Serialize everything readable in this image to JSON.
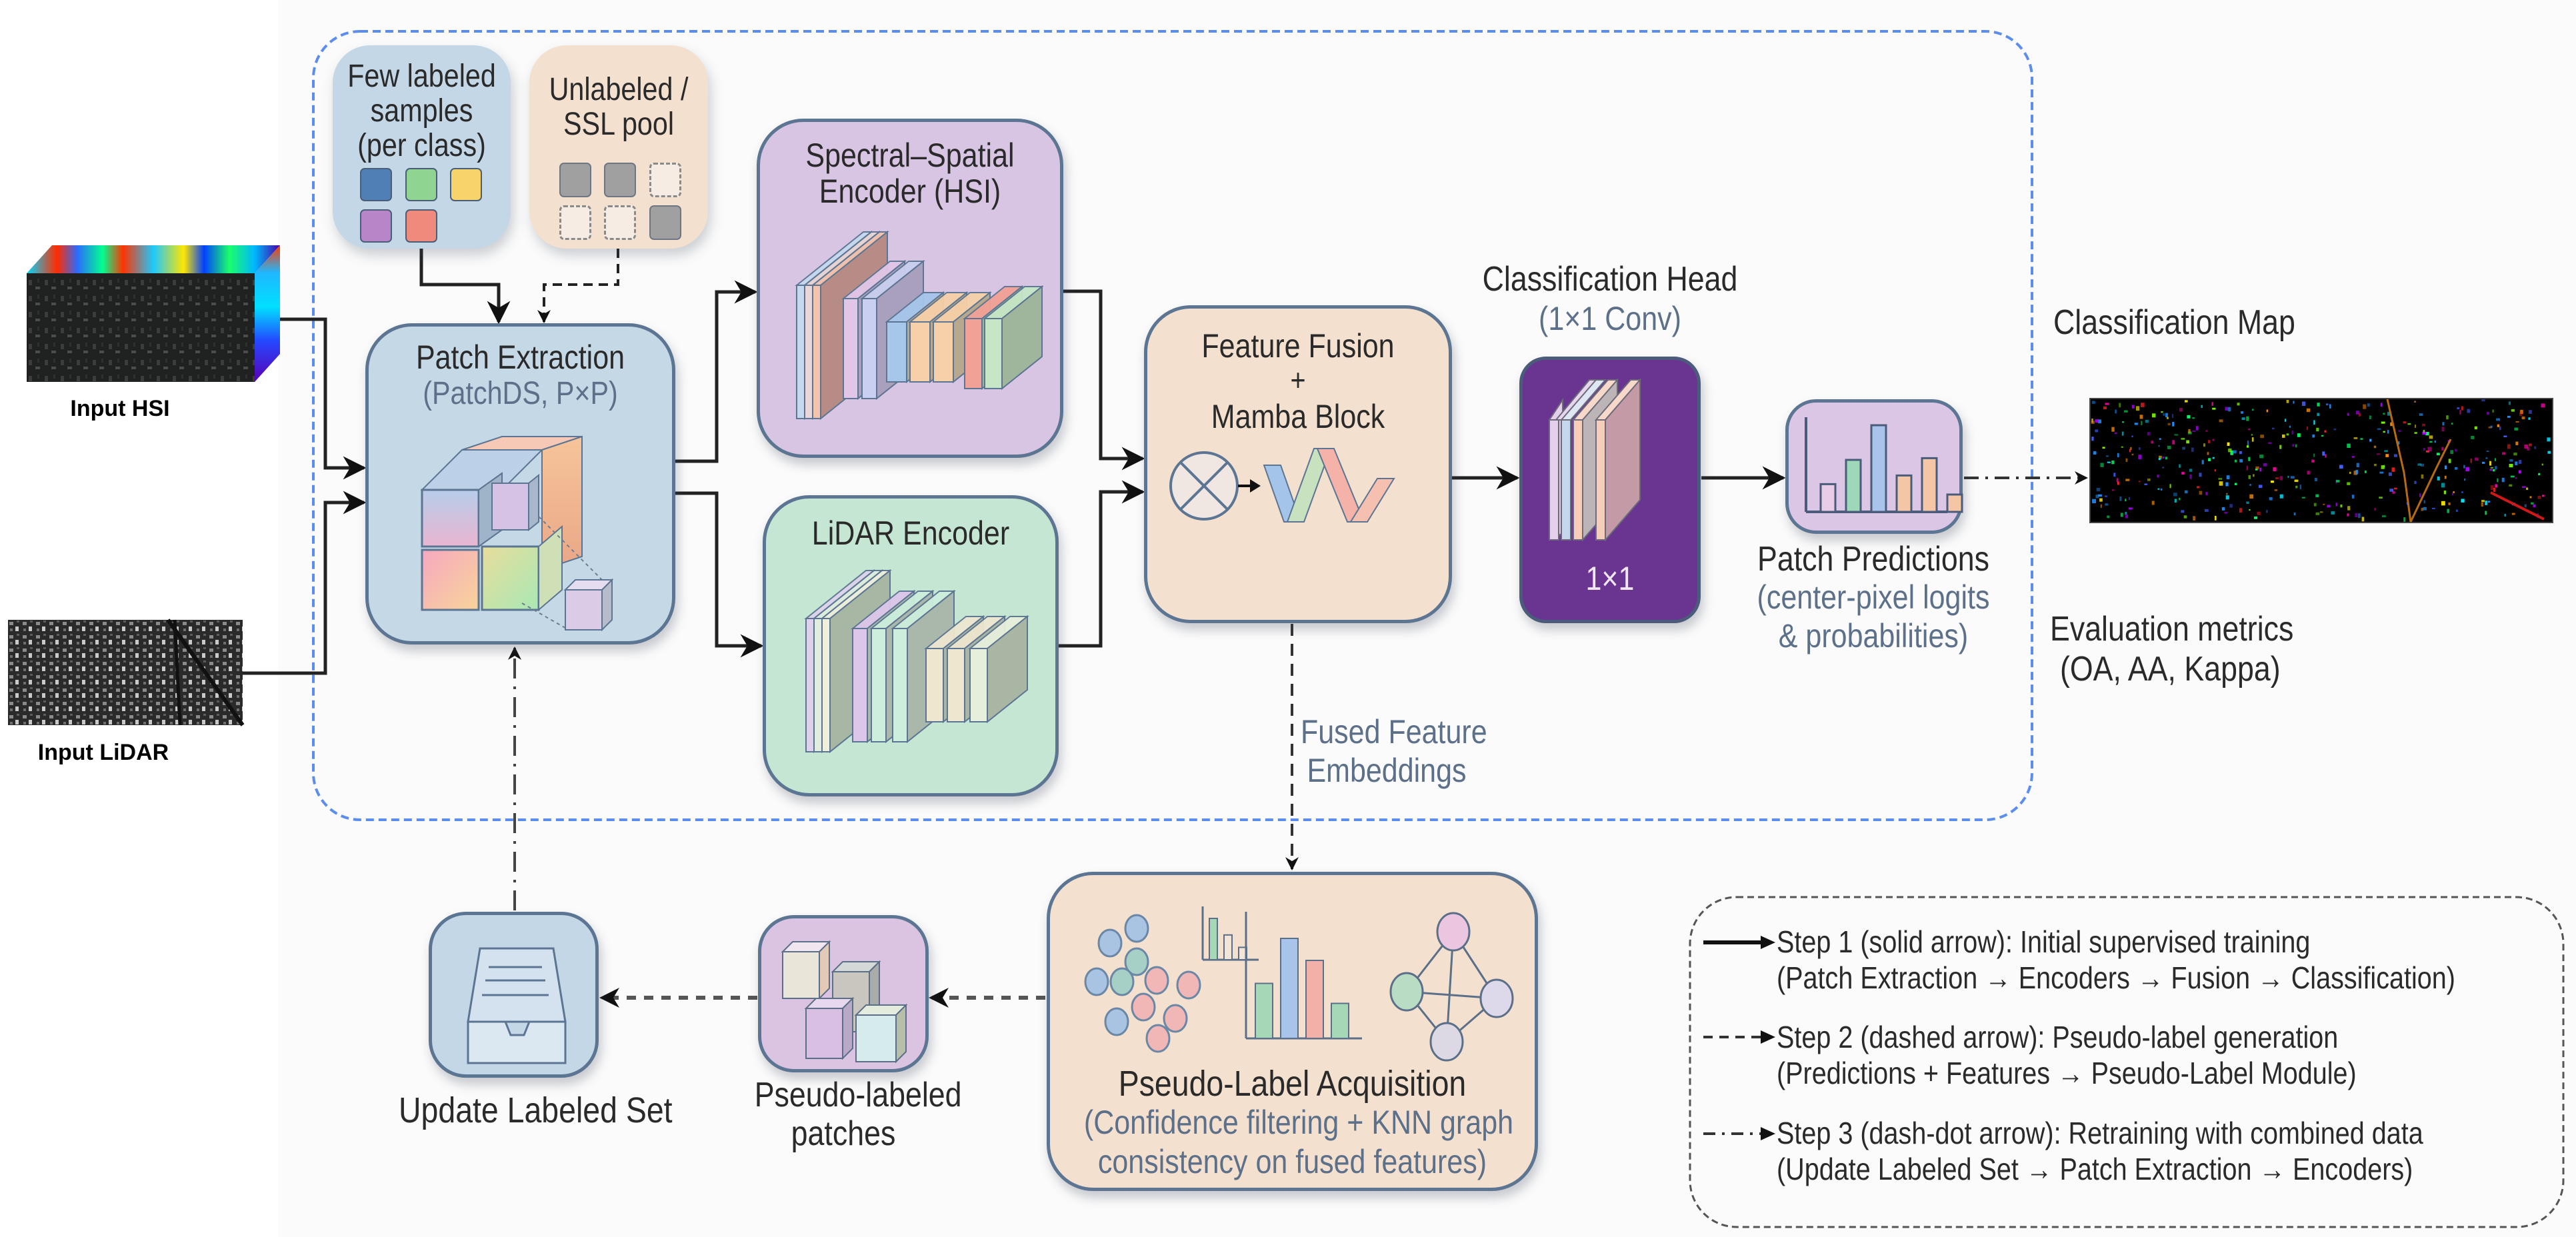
{
  "inputs": {
    "hsi_label": "Input HSI",
    "lidar_label": "Input LiDAR"
  },
  "labeled_pool": {
    "title_lines": [
      "Few labeled",
      "samples",
      "(per class)"
    ],
    "swatch_colors": [
      "#4f7fb4",
      "#8fd491",
      "#f7d36a",
      "#b886c8",
      "#f08a7c"
    ]
  },
  "unlabeled_pool": {
    "title_lines": [
      "Unlabeled /",
      "SSL pool"
    ],
    "slots": [
      "filled",
      "filled",
      "empty",
      "empty",
      "empty",
      "filled"
    ]
  },
  "patch_extraction": {
    "title": "Patch Extraction",
    "subtitle": "(PatchDS, P×P)"
  },
  "hsi_encoder": {
    "title_lines": [
      "Spectral–Spatial",
      "Encoder (HSI)"
    ]
  },
  "lidar_encoder": {
    "title": "LiDAR Encoder"
  },
  "fusion": {
    "title_lines": [
      "Feature Fusion",
      "+",
      "Mamba Block"
    ]
  },
  "classification_head": {
    "title": "Classification Head",
    "subtitle": "(1×1 Conv)",
    "inner_label": "1×1"
  },
  "patch_predictions": {
    "title": "Patch Predictions",
    "subtitle_lines": [
      "(center-pixel logits",
      "& probabilities)"
    ],
    "bar_values": [
      0.32,
      0.6,
      1.0,
      0.42,
      0.62,
      0.2
    ],
    "bar_colors": [
      "#e9cde8",
      "#9ed8b8",
      "#a9c4ea",
      "#f5c6a6",
      "#f5c6a6",
      "#f5c6a6"
    ]
  },
  "outputs": {
    "map_title": "Classification Map",
    "metrics_lines": [
      "Evaluation metrics",
      "(OA, AA, Kappa)"
    ]
  },
  "fused_embeddings": {
    "label_lines": [
      "Fused Feature",
      "Embeddings"
    ]
  },
  "pseudo_label_module": {
    "title": "Pseudo-Label Acquisition",
    "subtitle_lines": [
      "(Confidence filtering + KNN graph",
      "consistency on fused features)"
    ],
    "histogram_values": [
      0.55,
      1.0,
      0.78,
      0.35
    ],
    "mini_histogram_values": [
      1.0,
      0.6,
      0.3
    ]
  },
  "pseudo_patches": {
    "label_lines": [
      "Pseudo-labeled",
      "patches"
    ]
  },
  "update_set": {
    "label": "Update Labeled Set"
  },
  "legend": {
    "items": [
      {
        "style": "solid",
        "line1": "Step 1 (solid arrow): Initial supervised training",
        "line2": "(Patch Extraction → Encoders → Fusion → Classification)"
      },
      {
        "style": "dashed",
        "line1": "Step 2 (dashed arrow): Pseudo-label generation",
        "line2": "(Predictions + Features → Pseudo-Label Module)"
      },
      {
        "style": "dashdot",
        "line1": "Step 3 (dash-dot arrow): Retraining with combined data",
        "line2": "(Update Labeled Set → Patch Extraction → Encoders)"
      }
    ]
  },
  "colors": {
    "pipeline_border": "#5b8def",
    "blue_box": "#c5d8e6",
    "peach_box": "#f4e1d0",
    "purple_box": "#d9c6e3",
    "green_box": "#c6e6d4",
    "head_box": "#6a3590",
    "box_border": "#5b7592"
  }
}
